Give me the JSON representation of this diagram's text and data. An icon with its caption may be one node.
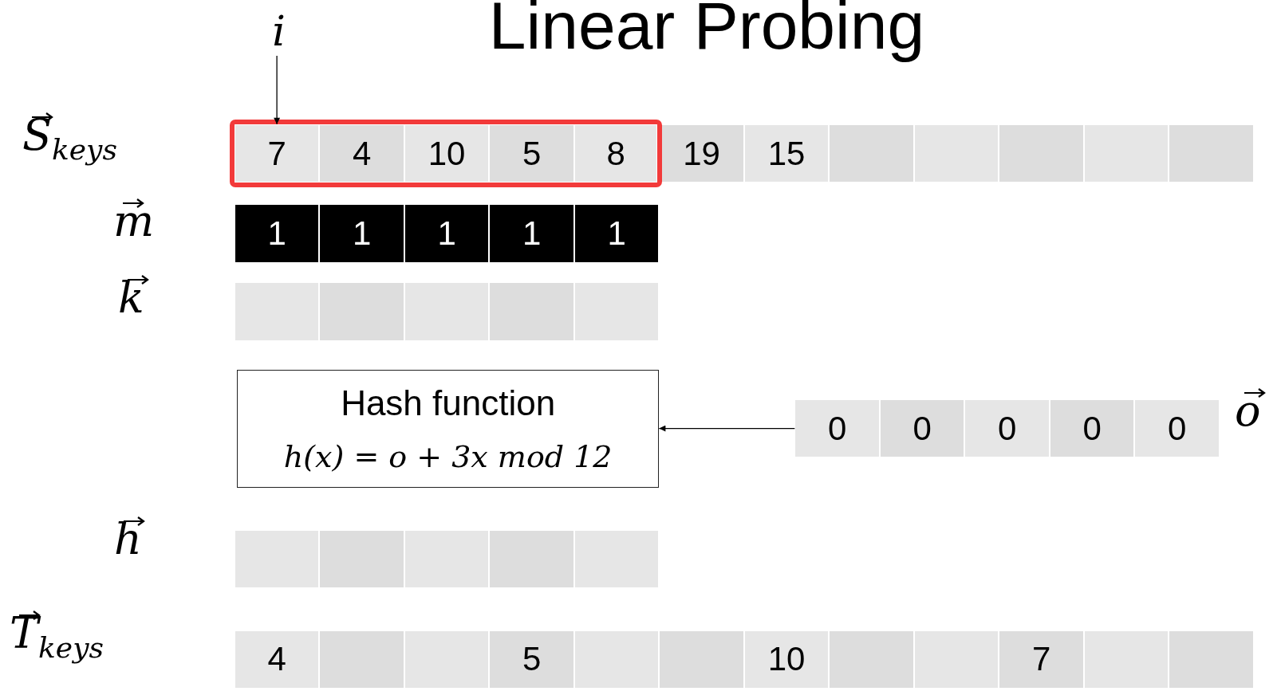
{
  "diagram": {
    "title": "Linear Probing",
    "nodes": [
      {
        "text": [
          "i"
        ]
      },
      {
        "text": [],
        "shape": "box"
      },
      {
        "text": [
          "7"
        ],
        "in": 1
      },
      {
        "text": [
          "4"
        ],
        "in": 1
      },
      {
        "text": [
          "10"
        ],
        "in": 1
      },
      {
        "text": [
          "5"
        ],
        "in": 1
      },
      {
        "text": [
          "8"
        ],
        "in": 1
      },
      {
        "text": [
          "19"
        ]
      },
      {
        "text": [
          "15"
        ]
      },
      {
        "text": [],
        "shape": "box"
      },
      {
        "text": [],
        "shape": "box"
      },
      {
        "text": [],
        "shape": "box"
      },
      {
        "text": [],
        "shape": "box"
      },
      {
        "text": [],
        "shape": "box"
      },
      {
        "text": [
          "1"
        ]
      },
      {
        "text": [
          "1"
        ]
      },
      {
        "text": [
          "1"
        ]
      },
      {
        "text": [
          "1"
        ]
      },
      {
        "text": [
          "1"
        ]
      },
      {
        "text": [],
        "shape": "box"
      },
      {
        "text": [],
        "shape": "box"
      },
      {
        "text": [],
        "shape": "box"
      },
      {
        "text": [],
        "shape": "box"
      },
      {
        "text": [],
        "shape": "box"
      },
      {
        "text": [
          "Hash function",
          "h(x) = o + 3x mod 12"
        ]
      },
      {
        "text": [
          "0"
        ]
      },
      {
        "text": [
          "0"
        ]
      },
      {
        "text": [
          "0"
        ]
      },
      {
        "text": [
          "0"
        ]
      },
      {
        "text": [
          "0"
        ]
      },
      {
        "text": [],
        "shape": "box"
      },
      {
        "text": [],
        "shape": "box"
      },
      {
        "text": [],
        "shape": "box"
      },
      {
        "text": [],
        "shape": "box"
      },
      {
        "text": [],
        "shape": "box"
      },
      {
        "text": [
          "4"
        ]
      },
      {
        "text": [],
        "shape": "box"
      },
      {
        "text": [],
        "shape": "box"
      },
      {
        "text": [
          "5"
        ]
      },
      {
        "text": [],
        "shape": "box"
      },
      {
        "text": [],
        "shape": "box"
      },
      {
        "text": [
          "10"
        ]
      },
      {
        "text": [],
        "shape": "box"
      },
      {
        "text": [],
        "shape": "box"
      },
      {
        "text": [
          "7"
        ]
      },
      {
        "text": [],
        "shape": "box"
      },
      {
        "text": [],
        "shape": "box"
      }
    ],
    "edges": [
      {
        "from": 0,
        "to": 2,
        "arrow": "to"
      },
      {
        "from": 25,
        "to": 24,
        "arrow": "to"
      }
    ],
    "labels": [
      "S$_{keys}$",
      "m",
      "k",
      "o",
      "h",
      "T$_{keys}$"
    ]
  }
}
